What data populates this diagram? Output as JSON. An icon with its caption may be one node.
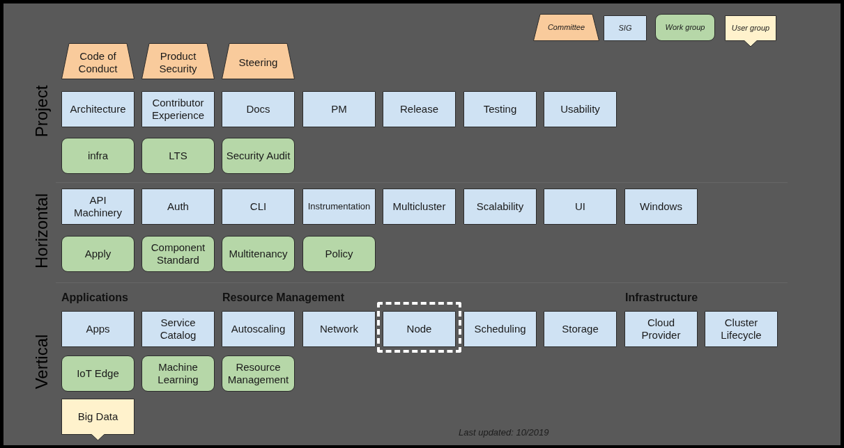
{
  "diagram": {
    "nodes": [
      {
        "text": [
          "Code of Conduct"
        ]
      },
      {
        "text": [
          "Product Security"
        ]
      },
      {
        "text": [
          "Steering"
        ]
      },
      {
        "text": [
          "Architecture"
        ]
      },
      {
        "text": [
          "Contributor Experience"
        ]
      },
      {
        "text": [
          "Docs"
        ]
      },
      {
        "text": [
          "PM"
        ]
      },
      {
        "text": [
          "Release"
        ]
      },
      {
        "text": [
          "Testing"
        ]
      },
      {
        "text": [
          "Usability"
        ]
      },
      {
        "text": [
          "infra"
        ]
      },
      {
        "text": [
          "LTS"
        ]
      },
      {
        "text": [
          "Security Audit"
        ]
      },
      {
        "text": [
          "API Machinery"
        ]
      },
      {
        "text": [
          "Auth"
        ]
      },
      {
        "text": [
          "CLI"
        ]
      },
      {
        "text": [
          "Instrumentation"
        ]
      },
      {
        "text": [
          "Multicluster"
        ]
      },
      {
        "text": [
          "Scalability"
        ]
      },
      {
        "text": [
          "UI"
        ]
      },
      {
        "text": [
          "Windows"
        ]
      },
      {
        "text": [
          "Apply"
        ]
      },
      {
        "text": [
          "Component Standard"
        ]
      },
      {
        "text": [
          "Multitenancy"
        ]
      },
      {
        "text": [
          "Policy"
        ]
      },
      {
        "text": [
          "Apps"
        ]
      },
      {
        "text": [
          "Service Catalog"
        ]
      },
      {
        "text": [
          "Autoscaling"
        ]
      },
      {
        "text": [
          "Network"
        ]
      },
      {
        "text": [
          "Node"
        ]
      },
      {
        "text": [
          "Scheduling"
        ]
      },
      {
        "text": [
          "Storage"
        ]
      },
      {
        "text": [
          "Cloud Provider"
        ]
      },
      {
        "text": [
          "Cluster Lifecycle"
        ]
      },
      {
        "text": [
          "IoT Edge"
        ]
      },
      {
        "text": [
          "Machine Learning"
        ]
      },
      {
        "text": [
          "Resource Management"
        ]
      },
      {
        "text": [
          "Big Data"
        ]
      }
    ],
    "labels": [
      "Project",
      "Horizontal",
      "Applications",
      "Resource Management",
      "Infrastructure",
      "Vertical",
      "Last updated: 10/2019"
    ],
    "legend": [
      {
        "text": "Committee",
        "color": "#f9cb9c"
      },
      {
        "text": "SIG",
        "color": "#cfe2f3"
      },
      {
        "text": "Work group",
        "color": "#b6d7a8"
      },
      {
        "text": "User group",
        "color": "#fff2cc"
      }
    ]
  }
}
